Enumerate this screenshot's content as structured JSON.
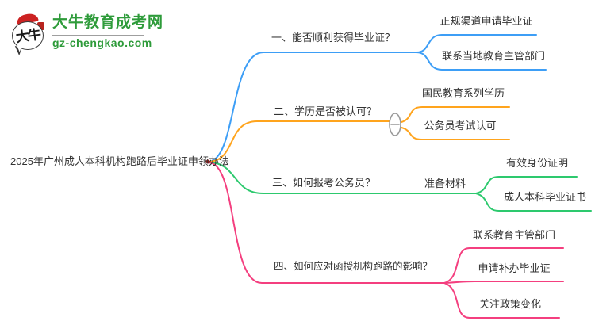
{
  "site": {
    "logo_mark": "大牛",
    "name": "大牛教育成考网",
    "domain": "gz-chengkao.com",
    "brand_color": "#2e9b3a"
  },
  "mindmap": {
    "root": "2025年广州成人本科机构跑路后毕业证申领办法",
    "branches": [
      {
        "label": "一、能否顺利获得毕业证？",
        "color": "#3d9ef6",
        "children": [
          "正规渠道申请毕业证",
          "联系当地教育主管部门"
        ]
      },
      {
        "label": "二、学历是否被认可？",
        "color": "#ffa41d",
        "collapse_control": "minus",
        "children": [
          "国民教育系列学历",
          "公务员考试认可"
        ]
      },
      {
        "label": "三、如何报考公务员？",
        "color": "#2dc96e",
        "subnode": "准备材料",
        "children": [
          "有效身份证明",
          "成人本科毕业证书"
        ]
      },
      {
        "label": "四、如何应对函授机构跑路的影响？",
        "color": "#f43f7f",
        "children": [
          "联系教育主管部门",
          "申请补办毕业证",
          "关注政策变化"
        ]
      }
    ],
    "collapse_button_color": "#999999",
    "root_point_color": "#8b1a1a"
  }
}
